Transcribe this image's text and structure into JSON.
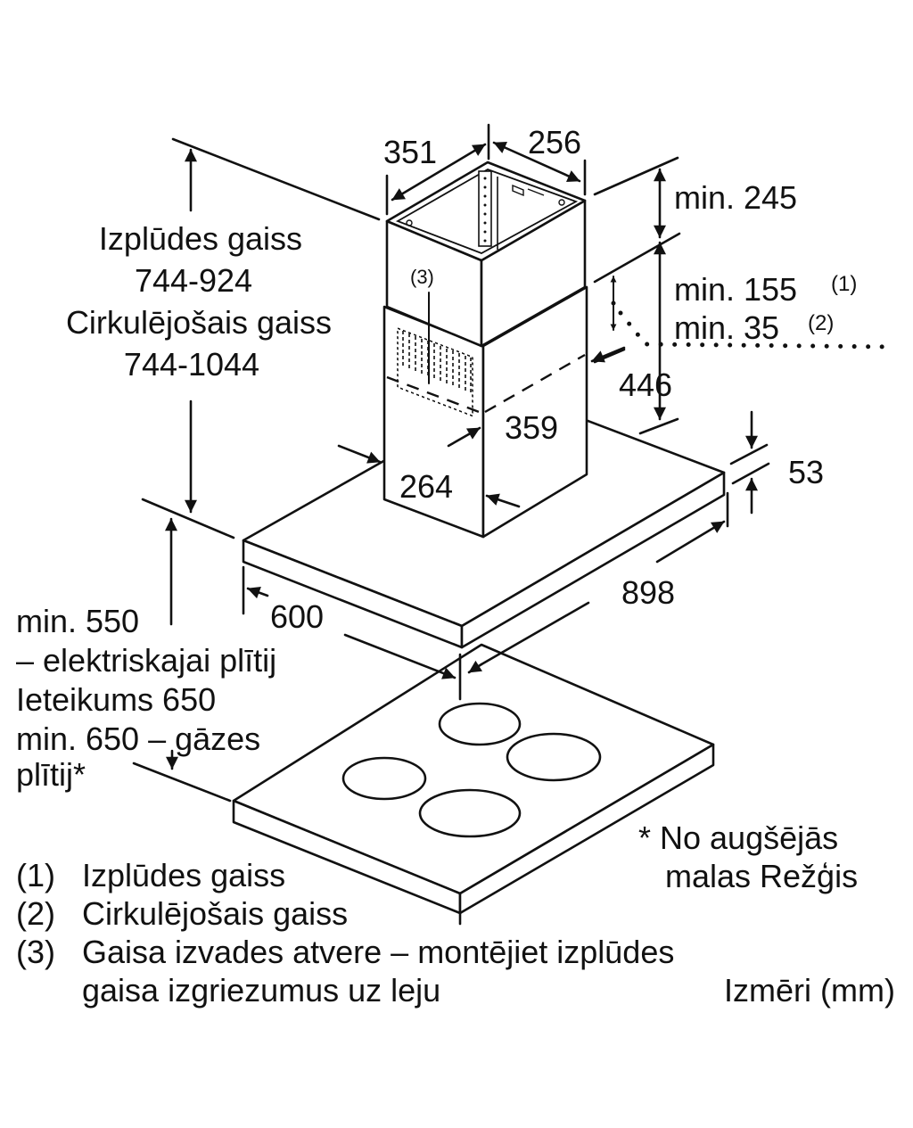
{
  "diagram": {
    "title": "Island cooker hood installation dimensions",
    "units_label": "Izmēri (mm)",
    "dimensions": {
      "chimney_width": "351",
      "chimney_depth": "256",
      "ceiling_clearance": "min. 245",
      "exhaust_min": "min. 155",
      "exhaust_ref": "(1)",
      "recirc_min": "min. 35",
      "recirc_ref": "(2)",
      "chimney_lower_height": "446",
      "lower_chimney_depth": "359",
      "lower_chimney_width": "264",
      "canopy_thickness": "53",
      "canopy_width": "898",
      "canopy_depth": "600",
      "outlet_ref": "(3)"
    },
    "height_range": {
      "exhaust_label": "Izplūdes gaiss",
      "exhaust_value": "744-924",
      "recirc_label": "Cirkulējošais gaiss",
      "recirc_value": "744-1044"
    },
    "hob_clearance": {
      "line1": "min. 550",
      "line2": "– elektriskajai plītij",
      "line3": "Ieteikums 650",
      "line4": "min. 650 – gāzes",
      "line5": "plītij*"
    },
    "footnote": {
      "line1": "* No augšējās",
      "line2": "malas Režģis"
    },
    "legend": [
      {
        "key": "(1)",
        "text": "Izplūdes gaiss"
      },
      {
        "key": "(2)",
        "text": "Cirkulējošais gaiss"
      },
      {
        "key": "(3)",
        "text": "Gaisa izvades atvere – montējiet izplūdes",
        "text2": "gaisa izgriezumus uz leju"
      }
    ]
  }
}
